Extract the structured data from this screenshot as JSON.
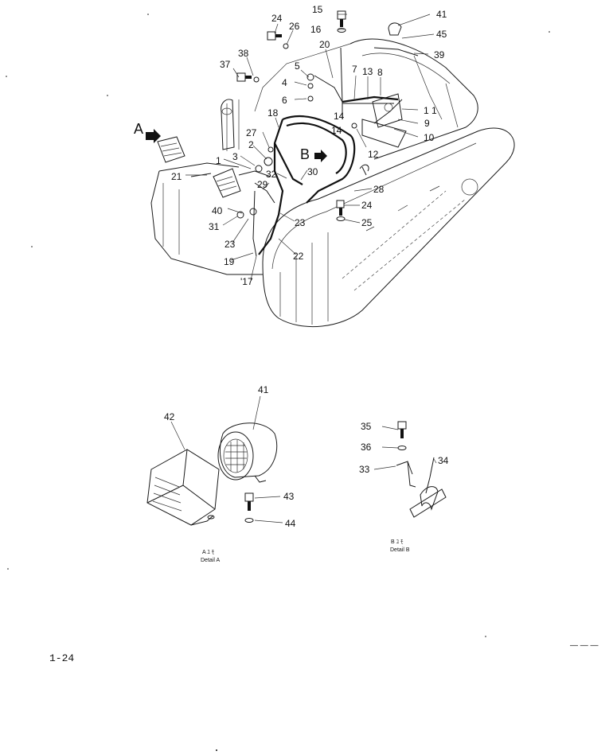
{
  "diagram": {
    "page_number": "1-24",
    "view_markers": [
      {
        "key": "A",
        "label": "A"
      },
      {
        "key": "B",
        "label": "B"
      }
    ],
    "callouts_main": [
      {
        "id": "c15",
        "label": "15"
      },
      {
        "id": "c16",
        "label": "16"
      },
      {
        "id": "c41",
        "label": "41"
      },
      {
        "id": "c45",
        "label": "45"
      },
      {
        "id": "c39",
        "label": "39"
      },
      {
        "id": "c24a",
        "label": "24"
      },
      {
        "id": "c26",
        "label": "26"
      },
      {
        "id": "c20",
        "label": "20"
      },
      {
        "id": "c38",
        "label": "38"
      },
      {
        "id": "c37",
        "label": "37"
      },
      {
        "id": "c5",
        "label": "5"
      },
      {
        "id": "c4",
        "label": "4"
      },
      {
        "id": "c6",
        "label": "6"
      },
      {
        "id": "c7",
        "label": "7"
      },
      {
        "id": "c13",
        "label": "13"
      },
      {
        "id": "c8",
        "label": "8"
      },
      {
        "id": "c11",
        "label": "1 1"
      },
      {
        "id": "c14a",
        "label": "14"
      },
      {
        "id": "c18",
        "label": "18"
      },
      {
        "id": "c14b",
        "label": "14"
      },
      {
        "id": "c9",
        "label": "9"
      },
      {
        "id": "c10",
        "label": "10"
      },
      {
        "id": "c12",
        "label": "12"
      },
      {
        "id": "c27",
        "label": "27"
      },
      {
        "id": "c2",
        "label": "2"
      },
      {
        "id": "c3",
        "label": "3"
      },
      {
        "id": "c1",
        "label": "1"
      },
      {
        "id": "c21",
        "label": "21"
      },
      {
        "id": "c32",
        "label": "32"
      },
      {
        "id": "c30",
        "label": "30"
      },
      {
        "id": "c29",
        "label": "29"
      },
      {
        "id": "c28",
        "label": "28"
      },
      {
        "id": "c40",
        "label": "40"
      },
      {
        "id": "c24b",
        "label": "24"
      },
      {
        "id": "c31",
        "label": "31"
      },
      {
        "id": "c25",
        "label": "25"
      },
      {
        "id": "c23a",
        "label": "23"
      },
      {
        "id": "c23b",
        "label": "23"
      },
      {
        "id": "c19",
        "label": "19"
      },
      {
        "id": "c22",
        "label": "22"
      },
      {
        "id": "c17",
        "label": "'17"
      }
    ],
    "detail_a": {
      "callouts": [
        {
          "id": "d41",
          "label": "41"
        },
        {
          "id": "d42",
          "label": "42"
        },
        {
          "id": "d43",
          "label": "43"
        },
        {
          "id": "d44",
          "label": "44"
        }
      ],
      "caption_line1": "A  ﾕ  ﾓ",
      "caption_line2": "Detail A"
    },
    "detail_b": {
      "callouts": [
        {
          "id": "d35",
          "label": "35"
        },
        {
          "id": "d36",
          "label": "36"
        },
        {
          "id": "d33",
          "label": "33"
        },
        {
          "id": "d34",
          "label": "34"
        }
      ],
      "caption_line1": "B  ﾕ  ﾓ",
      "caption_line2": "Detail B"
    },
    "margin_mark": "— — —"
  }
}
